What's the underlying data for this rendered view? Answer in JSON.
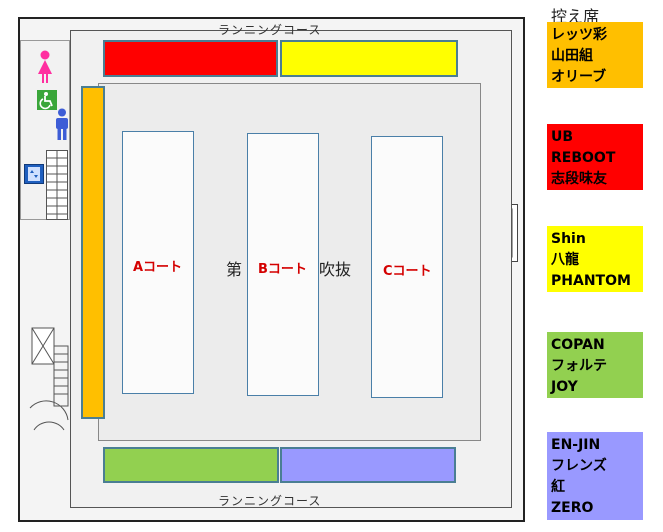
{
  "floor": {
    "running_course_top": "ランニングコース",
    "running_course_bottom": "ランニングコース",
    "courts": [
      {
        "label": "Aコート"
      },
      {
        "label": "Bコート"
      },
      {
        "label": "Cコート"
      }
    ],
    "hall_text_left": "第",
    "hall_text_right": "吹抜"
  },
  "legend": {
    "title": "控え席",
    "groups": [
      {
        "color": "#ffbf00",
        "lines": [
          "レッツ彩",
          "山田組",
          "オリーブ"
        ]
      },
      {
        "color": "#ff0000",
        "lines": [
          "UB",
          "REBOOT",
          "志段味友"
        ]
      },
      {
        "color": "#ffff00",
        "lines": [
          "Shin",
          "八龍",
          "PHANTOM"
        ]
      },
      {
        "color": "#92d050",
        "lines": [
          "COPAN",
          "フォルテ",
          "JOY"
        ]
      },
      {
        "color": "#9999ff",
        "lines": [
          "EN-JIN",
          "フレンズ",
          "紅",
          "ZERO"
        ]
      }
    ]
  },
  "icons": [
    "female-restroom-icon",
    "wheelchair-restroom-icon",
    "male-restroom-icon",
    "elevator-icon",
    "stairs-icon",
    "stairwell-icon"
  ]
}
